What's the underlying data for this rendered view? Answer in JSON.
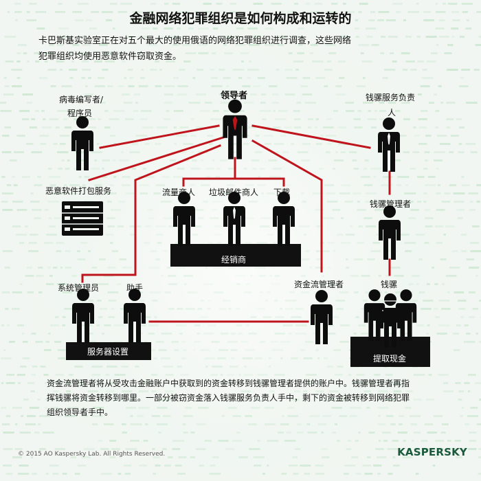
{
  "title": "金融网络犯罪组织是如何构成和运转的",
  "intro": {
    "line1": "卡巴斯基实验室正在对五个最大的使用俄语的网络犯罪组织进行调查，这些网络",
    "line2": "犯罪组织均使用恶意软件窃取资金。"
  },
  "roles": {
    "virus_writer_line1": "病毒编写者/",
    "virus_writer_line2": "程序员",
    "leader": "领导者",
    "mule_owner_line1": "钱骡服务负责",
    "mule_owner_line2": "人",
    "malware_packing": "恶意软件打包服务",
    "traffic_dealer": "流量商人",
    "spam_dealer": "垃圾邮件商人",
    "download": "下载",
    "mule_manager": "钱骡管理者",
    "sysadmin": "系统管理员",
    "assistant": "助手",
    "cash_flow_manager": "资金流管理者",
    "money_mules": "钱骡"
  },
  "boxes": {
    "resellers": "经销商",
    "server_setup": "服务器设置",
    "cash_withdrawal": "提取现金"
  },
  "footer": {
    "line1": "资金流管理者将从受攻击金融账户中获取到的资金转移到钱骡管理者提供的账户中。钱骡管理者再指",
    "line2": "挥钱骡将资金转移到哪里。一部分被窃资金落入钱骡服务负责人手中，剩下的资金被转移到网络犯罪",
    "line3": "组织领导者手中。"
  },
  "copyright": "© 2015 AO Kaspersky Lab. All Rights Reserved.",
  "logo": "KASPERSKY",
  "colors": {
    "connector": "#c0141c",
    "figure": "#0d0d0d",
    "tie_leader": "#c0141c"
  }
}
